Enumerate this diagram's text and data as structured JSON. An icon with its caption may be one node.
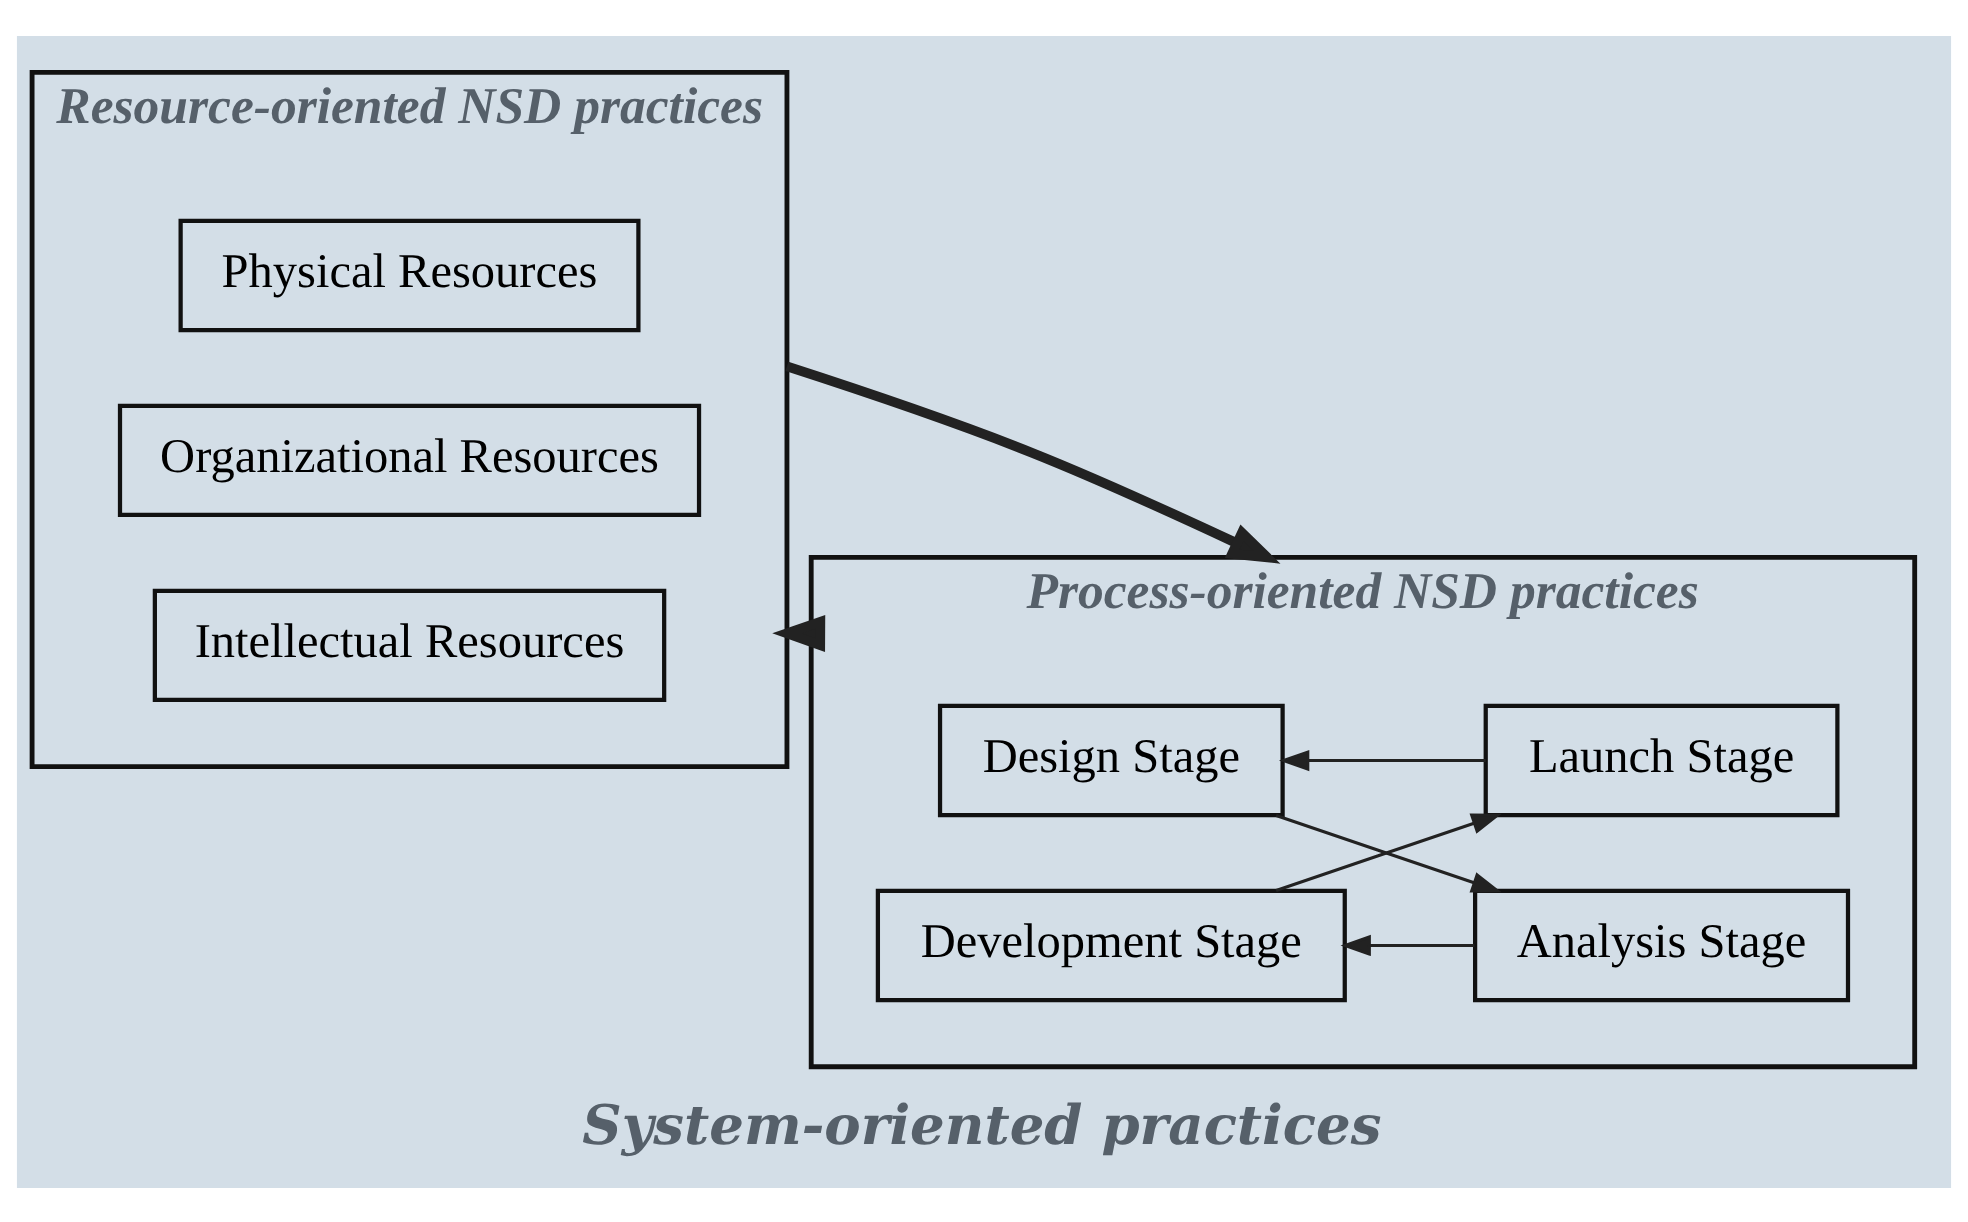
{
  "diagram": {
    "caption": "System-oriented practices",
    "nodes": [
      {
        "text": [
          "Resource-oriented NSD practices"
        ]
      },
      {
        "text": [
          "Intellectual Resources"
        ],
        "in": 0
      },
      {
        "text": [
          "Organizational Resources"
        ],
        "in": 0
      },
      {
        "text": [
          "Physical Resources"
        ],
        "in": 0
      },
      {
        "text": [
          "Process-oriented NSD practices"
        ]
      },
      {
        "text": [
          "Design Stage"
        ],
        "in": 4
      },
      {
        "text": [
          "Analysis Stage"
        ],
        "in": 4
      },
      {
        "text": [
          "Development Stage"
        ],
        "in": 4
      },
      {
        "text": [
          "Launch Stage"
        ],
        "in": 4
      }
    ],
    "edges": [
      {
        "from": 0,
        "to": 4,
        "arrow": "to",
        "style": "thick"
      },
      {
        "from": 4,
        "to": 0,
        "arrow": "to",
        "style": "thick"
      },
      {
        "from": 5,
        "to": 6,
        "arrow": "to"
      },
      {
        "from": 6,
        "to": 7,
        "arrow": "to"
      },
      {
        "from": 7,
        "to": 8,
        "arrow": "to"
      },
      {
        "from": 8,
        "to": 5,
        "arrow": "to"
      }
    ]
  }
}
